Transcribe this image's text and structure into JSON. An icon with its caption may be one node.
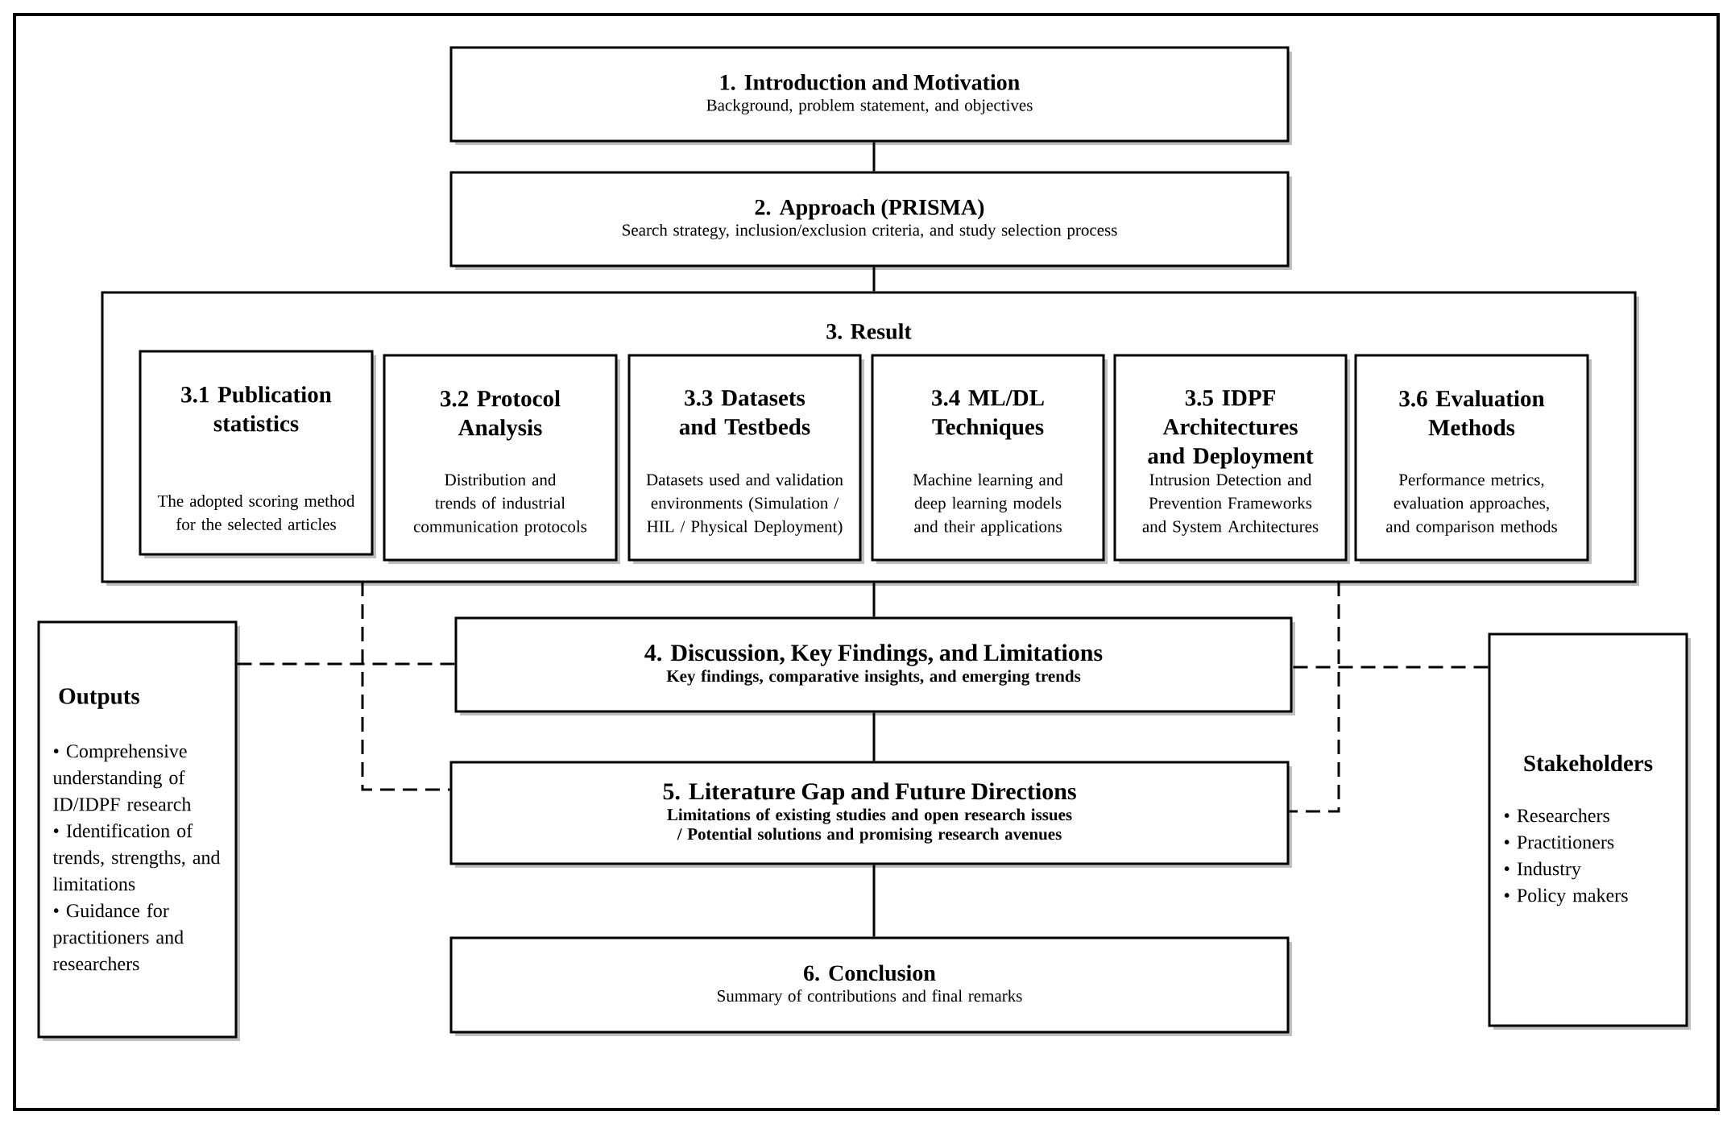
{
  "diagram": {
    "nodes": [
      {
        "text": [
          "1. Introduction and Motivation",
          "Background, problem statement, and objectives"
        ]
      },
      {
        "text": [
          "2. Approach (PRISMA)",
          "Search strategy, inclusion/exclusion criteria, and study selection process"
        ]
      },
      {
        "text": [
          "3. Result"
        ]
      },
      {
        "text": [
          "3.1 Publication statistics",
          "The adopted scoring method for the selected articles"
        ],
        "in": 2
      },
      {
        "text": [
          "3.2 Protocol Analysis",
          "Distribution and trends of industrial communication protocols"
        ],
        "in": 2
      },
      {
        "text": [
          "3.3 Datasets and Testbeds",
          "Datasets used and validation environments (Simulation / HIL / Physical Deployment)"
        ],
        "in": 2
      },
      {
        "text": [
          "3.4 ML/DL Techniques",
          "Machine learning and deep learning models and their applications"
        ],
        "in": 2
      },
      {
        "text": [
          "3.5 IDPF Architectures and Deployment",
          "Intrusion Detection and Prevention Frameworks and System Architectures"
        ],
        "in": 2
      },
      {
        "text": [
          "3.6 Evaluation Methods",
          "Performance metrics, evaluation approaches, and comparison methods"
        ],
        "in": 2
      },
      {
        "text": [
          "Outputs",
          "• Comprehensive understanding of ID/IDPF research",
          "• Identification of trends, strengths, and limitations",
          "• Guidance for practitioners and researchers"
        ]
      },
      {
        "text": [
          "4. Discussion, Key Findings, and Limitations",
          "Key findings, comparative insights, and emerging trends"
        ]
      },
      {
        "text": [
          "Stakeholders",
          "• Researchers",
          "• Practitioners",
          "• Industry",
          "• Policy makers"
        ]
      },
      {
        "text": [
          "5. Literature Gap and Future Directions",
          "Limitations of existing studies and open research issues / Potential solutions and promising research avenues"
        ]
      },
      {
        "text": [
          "6. Conclusion",
          "Summary of contributions and final remarks"
        ]
      }
    ],
    "edges": [
      {
        "from": 0,
        "to": 1,
        "arrow": "none"
      },
      {
        "from": 1,
        "to": 2,
        "arrow": "none"
      },
      {
        "from": 2,
        "to": 10,
        "arrow": "none"
      },
      {
        "from": 10,
        "to": 12,
        "arrow": "none"
      },
      {
        "from": 12,
        "to": 13,
        "arrow": "none"
      },
      {
        "from": 9,
        "to": 10,
        "arrow": "none",
        "style": "dashed"
      },
      {
        "from": 11,
        "to": 10,
        "arrow": "none",
        "style": "dashed"
      },
      {
        "from": 2,
        "to": 12,
        "arrow": "none",
        "style": "dashed"
      },
      {
        "from": 2,
        "to": 12,
        "arrow": "none",
        "style": "dashed"
      }
    ]
  }
}
